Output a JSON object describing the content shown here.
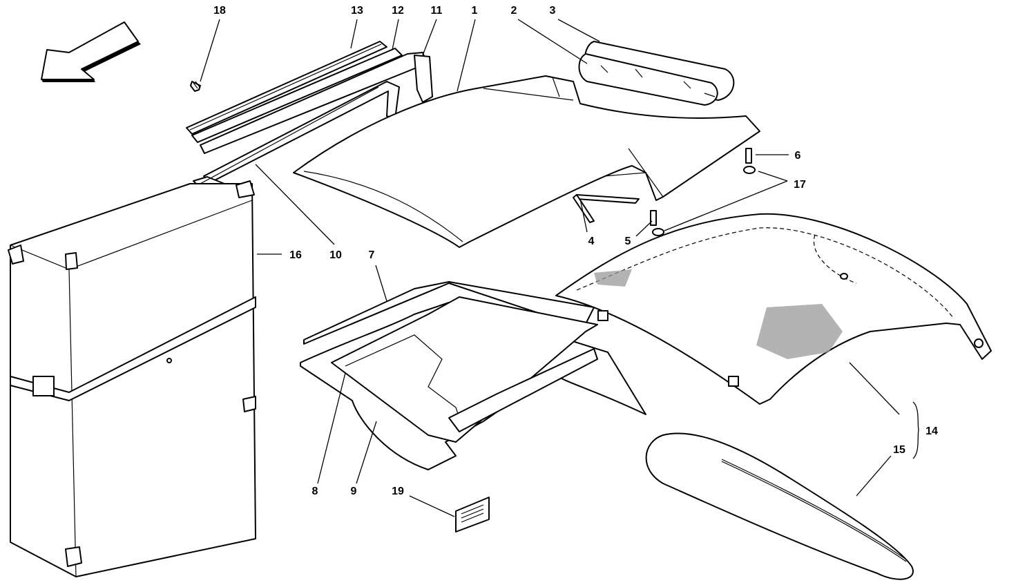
{
  "labels": {
    "l1": "1",
    "l2": "2",
    "l3": "3",
    "l4": "4",
    "l5": "5",
    "l6": "6",
    "l7": "7",
    "l8": "8",
    "l9": "9",
    "l10": "10",
    "l11": "11",
    "l12": "12",
    "l13": "13",
    "l14": "14",
    "l15": "15",
    "l16": "16",
    "l17": "17",
    "l18": "18",
    "l19": "19"
  },
  "icons": {
    "direction": "arrow-left-down-icon"
  }
}
